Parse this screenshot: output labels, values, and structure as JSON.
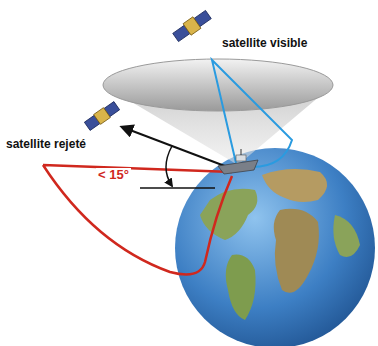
{
  "diagram": {
    "labels": [
      "satellite visible",
      "satellite rejeté",
      "< 15°"
    ]
  }
}
